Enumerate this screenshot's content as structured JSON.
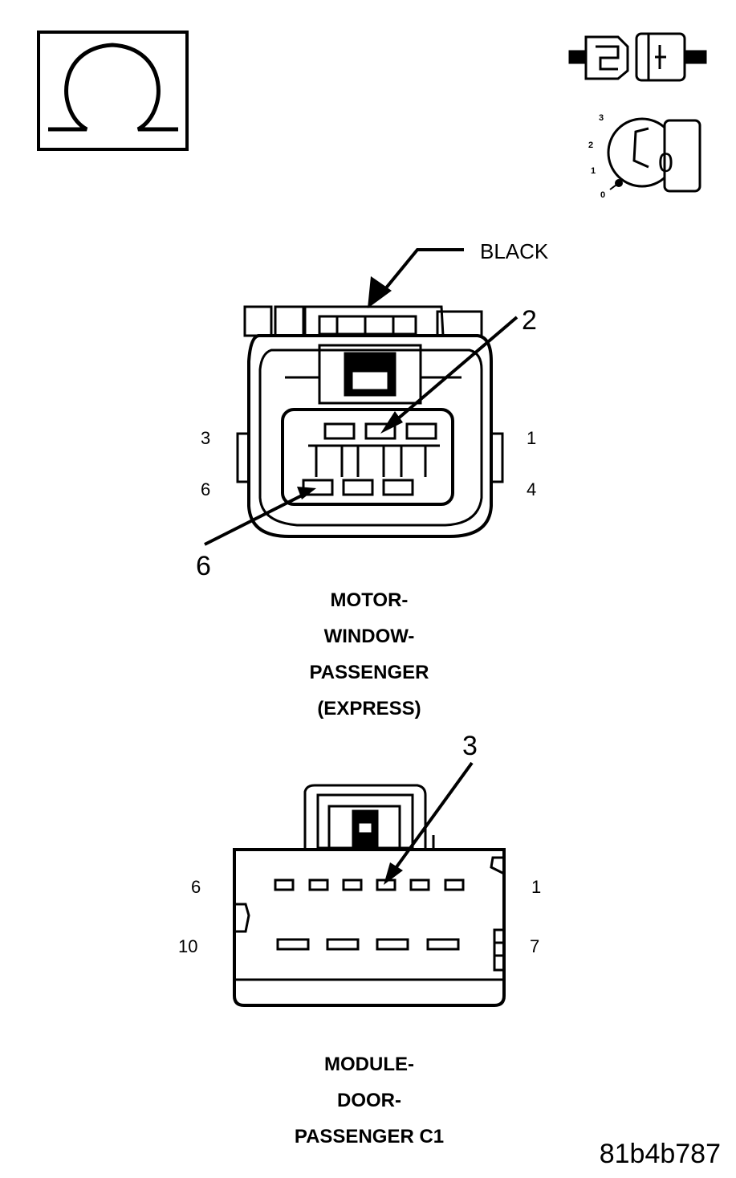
{
  "ohmmeter_icon": {
    "symbol": "Ω"
  },
  "ignition_icon": {
    "positions": [
      "3",
      "2",
      "1",
      "0"
    ],
    "key_position": "0"
  },
  "connector_top": {
    "color_label": "BLACK",
    "pin_labels": {
      "top_right": "1",
      "top_left": "3",
      "bottom_right": "4",
      "bottom_left": "6"
    },
    "callout_a": "2",
    "callout_b": "6",
    "title_lines": [
      "MOTOR-",
      "WINDOW-",
      "PASSENGER",
      "(EXPRESS)"
    ]
  },
  "connector_bottom": {
    "pin_labels": {
      "top_left": "6",
      "top_right": "1",
      "bottom_left": "10",
      "bottom_right": "7"
    },
    "callout": "3",
    "title_lines": [
      "MODULE-",
      "DOOR-",
      "PASSENGER C1"
    ]
  },
  "figure_code": "81b4b787"
}
